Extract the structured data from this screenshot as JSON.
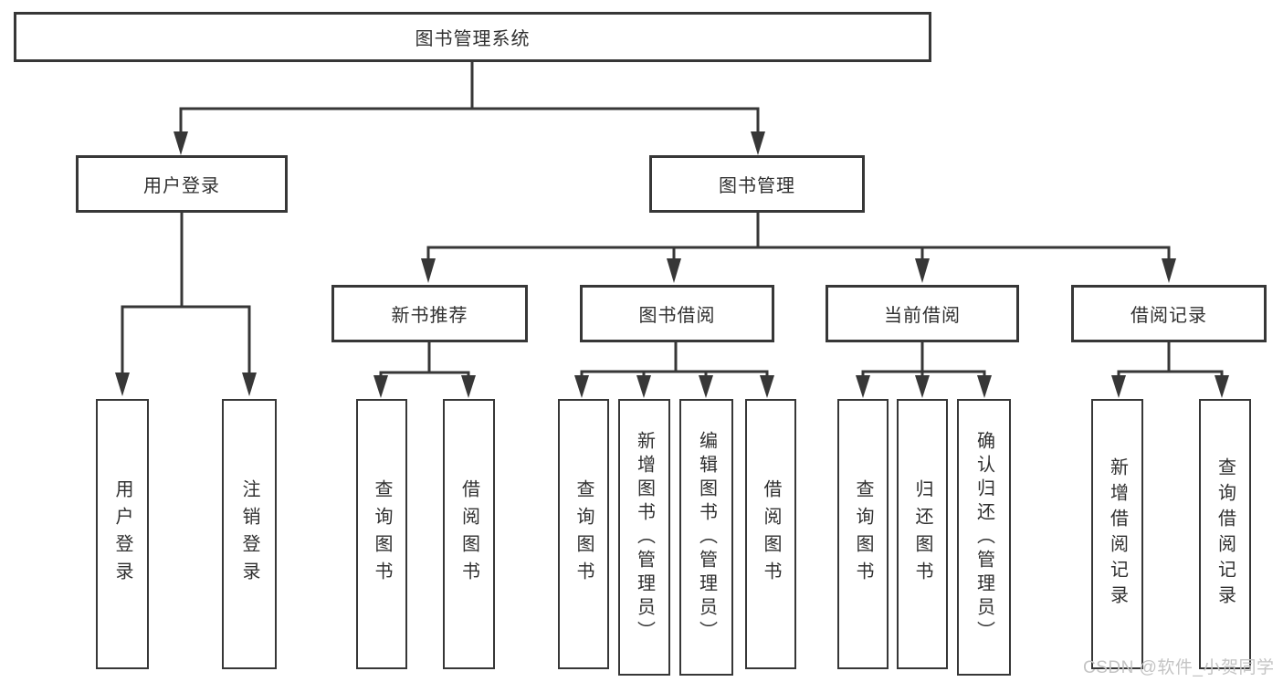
{
  "diagram": {
    "title": "图书管理系统",
    "root": {
      "label": "图书管理系统"
    },
    "level2": [
      {
        "id": "user-login",
        "label": "用户登录"
      },
      {
        "id": "book-mgmt",
        "label": "图书管理"
      }
    ],
    "level3": [
      {
        "id": "new-books",
        "label": "新书推荐"
      },
      {
        "id": "book-borrow",
        "label": "图书借阅"
      },
      {
        "id": "current-borrow",
        "label": "当前借阅"
      },
      {
        "id": "borrow-records",
        "label": "借阅记录"
      }
    ],
    "leaves": {
      "user_login": [
        "用户登录",
        "注销登录"
      ],
      "new_books": [
        "查询图书",
        "借阅图书"
      ],
      "book_borrow": [
        "查询图书",
        "新增图书（管理员）",
        "编辑图书（管理员）",
        "借阅图书"
      ],
      "current_borrow": [
        "查询图书",
        "归还图书",
        "确认归还（管理员）"
      ],
      "borrow_records": [
        "新增借阅记录",
        "查询借阅记录"
      ]
    }
  },
  "watermark": "CSDN @软件_小贺同学",
  "colors": {
    "line": "#373737",
    "box_border": "#373737",
    "text": "#303030",
    "background": "#ffffff",
    "watermark": "#c4c4c4"
  }
}
